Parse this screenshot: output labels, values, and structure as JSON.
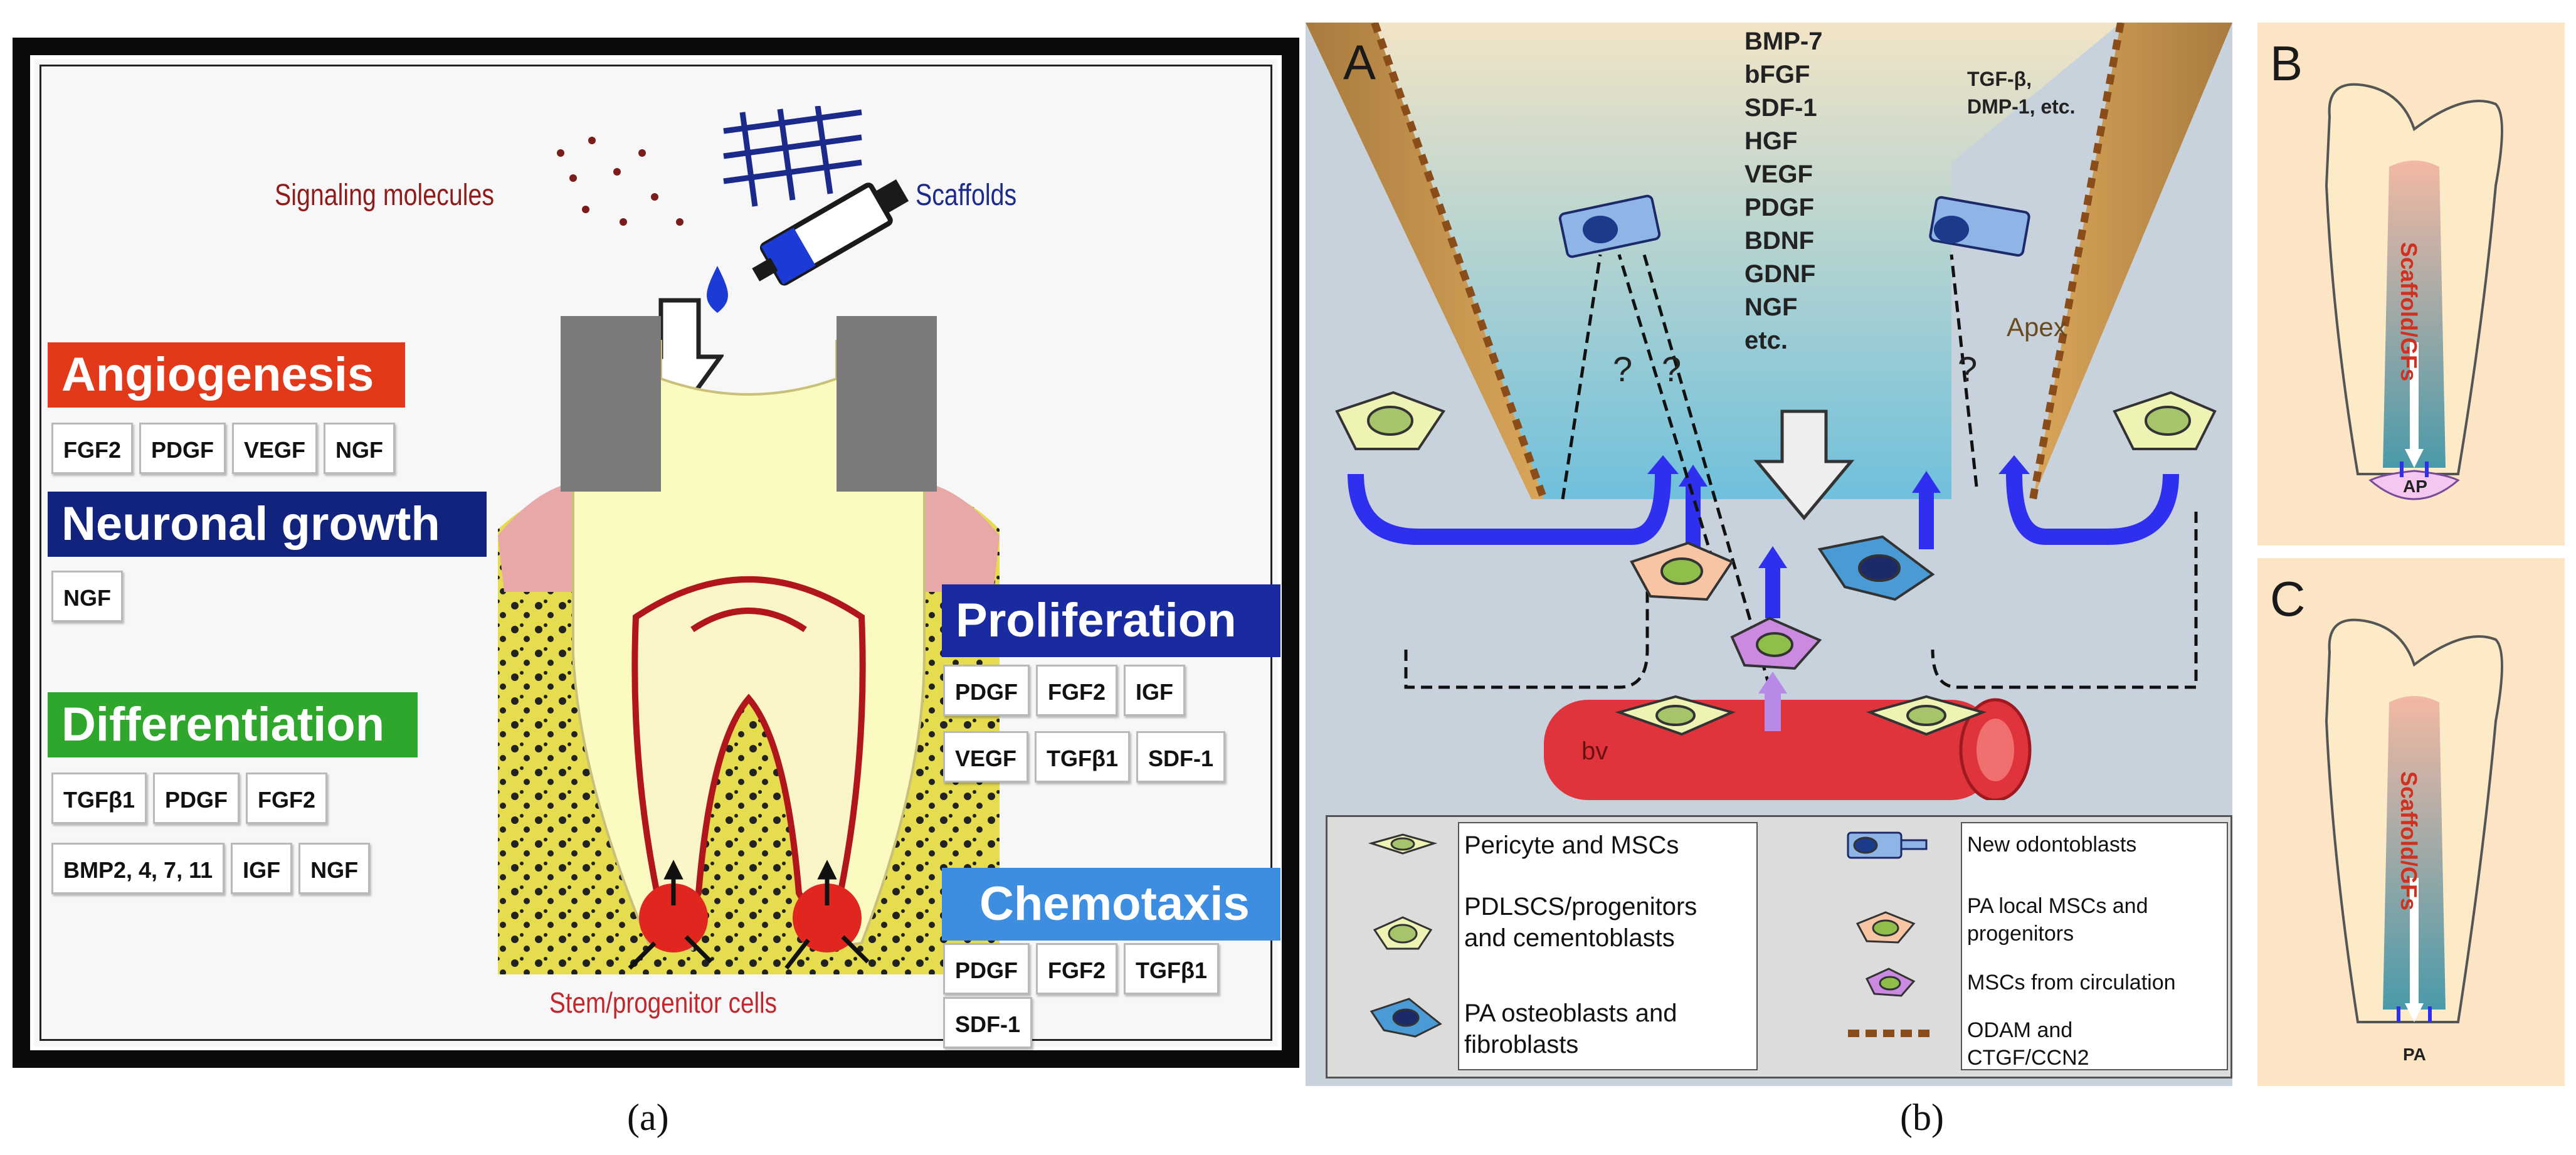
{
  "panel_a": {
    "signaling_label": "Signaling molecules",
    "scaffolds_label": "Scaffolds",
    "stem_label": "Stem/progenitor cells",
    "angiogenesis": {
      "title": "Angiogenesis",
      "color": "#e1391a",
      "tags": [
        "FGF2",
        "PDGF",
        "VEGF",
        "NGF"
      ]
    },
    "neuronal": {
      "title": "Neuronal growth",
      "color": "#12237e",
      "tags": [
        "NGF"
      ]
    },
    "differentiation": {
      "title": "Differentiation",
      "color": "#2fa62c",
      "tags_row1": [
        "TGFβ1",
        "PDGF",
        "FGF2"
      ],
      "tags_row2": [
        "BMP2, 4, 7, 11",
        "IGF",
        "NGF"
      ]
    },
    "proliferation": {
      "title": "Proliferation",
      "color": "#1a2aa0",
      "tags_row1": [
        "PDGF",
        "FGF2",
        "IGF"
      ],
      "tags_row2": [
        "VEGF",
        "TGFβ1",
        "SDF-1"
      ]
    },
    "chemotaxis": {
      "title": "Chemotaxis",
      "color": "#3d8de0",
      "tags_row1": [
        "PDGF",
        "FGF2",
        "TGFβ1"
      ],
      "tags_row2": [
        "SDF-1"
      ]
    },
    "caption": "(a)"
  },
  "panel_b": {
    "letter_a": "A",
    "letter_b": "B",
    "letter_c": "C",
    "growth_factors": [
      "BMP-7",
      "bFGF",
      "SDF-1",
      "HGF",
      "VEGF",
      "PDGF",
      "BDNF",
      "GDNF",
      "NGF",
      "etc."
    ],
    "tgf_label": [
      "TGF-β,",
      "DMP-1, etc."
    ],
    "apex_label": "Apex",
    "bv_label": "bv",
    "question": "?",
    "scaffold_label": "Scaffold/GFs",
    "ap_label": "AP",
    "pa_label": "PA",
    "legend": [
      [
        "Pericyte and MSCs"
      ],
      [
        "PDLSCS/progenitors",
        "and  cementoblasts"
      ],
      [
        "PA osteoblasts and",
        "fibroblasts"
      ],
      [
        "New odontoblasts"
      ],
      [
        "PA local MSCs and",
        "progenitors"
      ],
      [
        "MSCs from circulation"
      ],
      [
        "ODAM and",
        "CTGF/CCN2"
      ]
    ],
    "caption": "(b)"
  }
}
